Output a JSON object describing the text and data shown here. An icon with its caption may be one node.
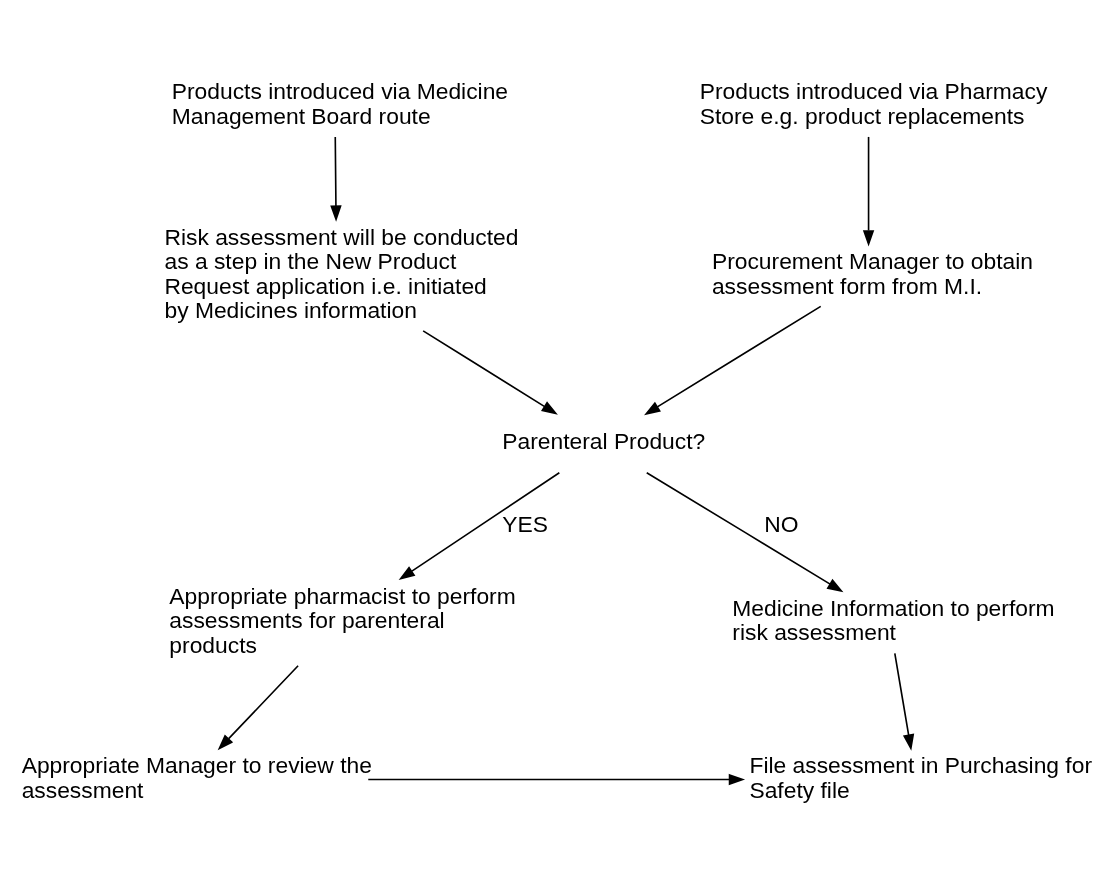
{
  "diagram": {
    "nodes": [
      {
        "text": [
          "Products introduced via Medicine Management Board route"
        ]
      },
      {
        "text": [
          "Risk assessment will be conducted as a step in the New Product Request application i.e. initiated by Medicines information"
        ]
      },
      {
        "text": [
          "Products introduced via Pharmacy Store e.g. product replacements"
        ]
      },
      {
        "text": [
          "Procurement Manager to obtain assessment form from M.I."
        ]
      },
      {
        "text": [
          "Parenteral Product?"
        ]
      },
      {
        "text": [
          "Appropriate pharmacist to perform assessments for parenteral products"
        ]
      },
      {
        "text": [
          "Medicine Information to perform risk assessment"
        ]
      },
      {
        "text": [
          "Appropriate Manager to review the assessment"
        ]
      },
      {
        "text": [
          "File assessment in Purchasing for Safety file"
        ]
      }
    ],
    "edges": [
      {
        "from": 0,
        "to": 1,
        "arrow": "to"
      },
      {
        "from": 2,
        "to": 3,
        "arrow": "to"
      },
      {
        "from": 1,
        "to": 4,
        "arrow": "to"
      },
      {
        "from": 3,
        "to": 4,
        "arrow": "to"
      },
      {
        "from": 4,
        "to": 5,
        "arrow": "to",
        "label": "YES"
      },
      {
        "from": 4,
        "to": 6,
        "arrow": "to",
        "label": "NO"
      },
      {
        "from": 5,
        "to": 7,
        "arrow": "to"
      },
      {
        "from": 6,
        "to": 8,
        "arrow": "to"
      },
      {
        "from": 7,
        "to": 8,
        "arrow": "to"
      }
    ]
  }
}
